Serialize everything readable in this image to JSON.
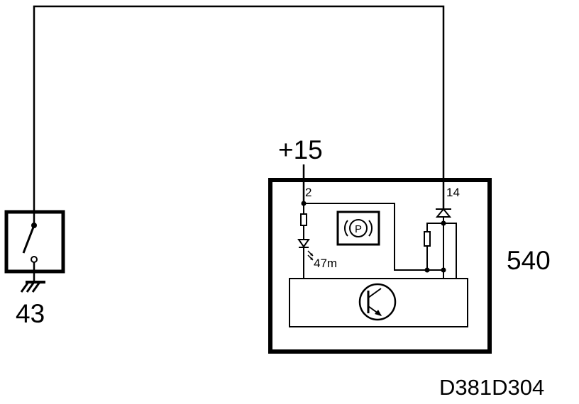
{
  "diagram": {
    "supply_label": "+15",
    "switch_label": "43",
    "module_label": "540",
    "pin_2_label": "2",
    "pin_14_label": "14",
    "resistor_label": "47m",
    "park_symbol_letter": "P",
    "drawing_code": "D381D304",
    "colors": {
      "line": "#000000",
      "background": "#ffffff"
    }
  }
}
